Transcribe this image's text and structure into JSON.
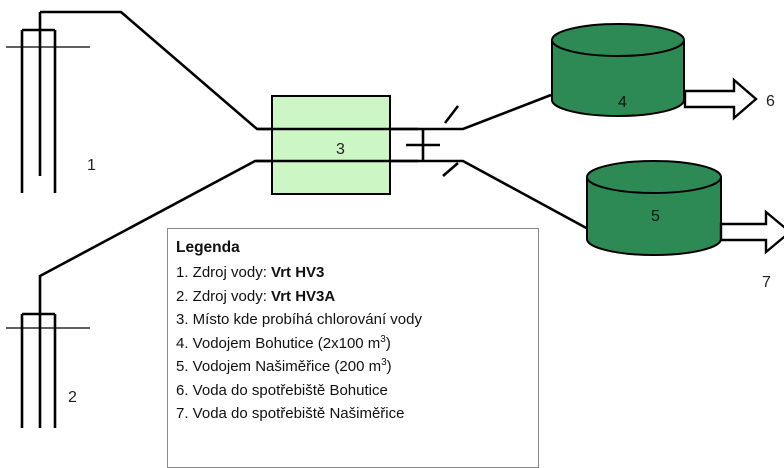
{
  "nodes": {
    "source1": "1",
    "source2": "2",
    "chlorination": "3",
    "reservoir_bohutice": "4",
    "reservoir_nasimerice": "5",
    "consumer_bohutice": "6",
    "consumer_nasimerice": "7"
  },
  "colors": {
    "chlorination_fill": "#ccf7c4",
    "reservoir_fill": "#2d8a54",
    "line": "#000000"
  },
  "legend": {
    "title": "Legenda",
    "items": [
      {
        "prefix": "1. Zdroj vody: ",
        "bold": "Vrt HV3",
        "suffix": ""
      },
      {
        "prefix": "2. Zdroj vody: ",
        "bold": "Vrt HV3A",
        "suffix": ""
      },
      {
        "prefix": "3. Místo kde probíhá chlorování vody",
        "bold": "",
        "suffix": ""
      },
      {
        "prefix": "4. Vodojem Bohutice  (2x100 m",
        "sup": "3",
        "suffix": ")"
      },
      {
        "prefix": "5. Vodojem Našiměřice (200 m",
        "sup": "3",
        "suffix": ")"
      },
      {
        "prefix": "6. Voda do spotřebiště Bohutice",
        "bold": "",
        "suffix": ""
      },
      {
        "prefix": "7. Voda do spotřebiště Našiměřice",
        "bold": "",
        "suffix": ""
      }
    ]
  }
}
